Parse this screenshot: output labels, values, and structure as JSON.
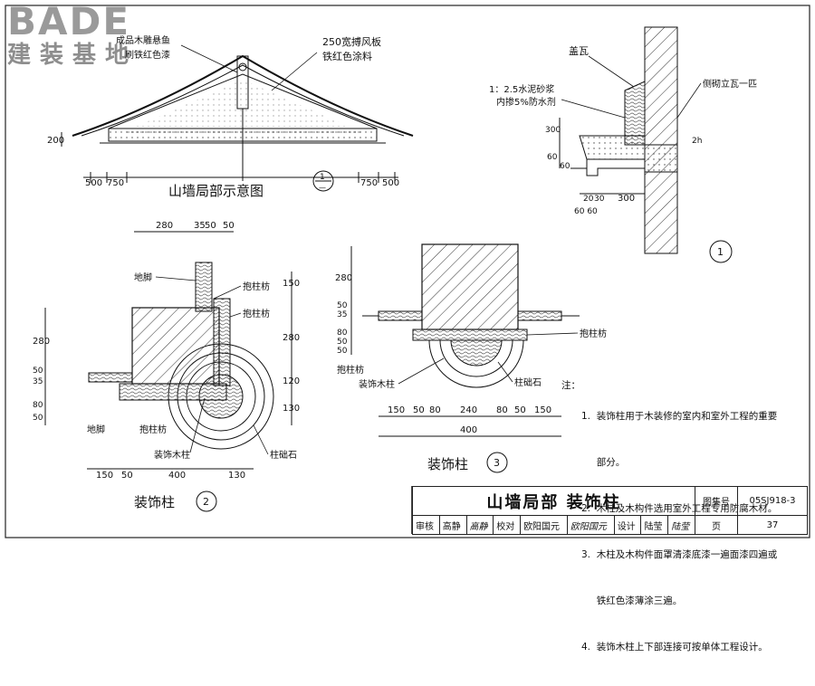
{
  "logo": {
    "word": "BADE",
    "cn": "建装基地"
  },
  "top_left": {
    "label_fish": "成品木雕悬鱼",
    "label_paint": "刷铁红色漆",
    "label_board": "250宽搏风板",
    "label_board2": "铁红色涂料",
    "dim_200": "200",
    "dims_bottom_left": [
      "500",
      "750"
    ],
    "dims_bottom_right": [
      "750",
      "500"
    ],
    "caption": "山墙局部示意图",
    "ref_top": "1",
    "ref_bottom": "—"
  },
  "top_right": {
    "label_tile": "盖瓦",
    "label_mortar1": "1：2.5水泥砂浆",
    "label_mortar2": "内掺5%防水剂",
    "label_side": "侧砌立瓦一匹",
    "dim_300v": "300",
    "dim_60": "60",
    "dim_60b": "60",
    "dim_20": "20",
    "dim_30": "30",
    "dim_300h": "300",
    "dim_6060": "60 60",
    "dim_ht": "2h",
    "ref": "1"
  },
  "col2": {
    "dims_top": [
      "280",
      "35",
      "50",
      "50"
    ],
    "label_foot": "地脚",
    "label_beam1": "抱柱枋",
    "label_beam2": "抱柱枋",
    "dims_right": [
      "150",
      "280",
      "120",
      "130"
    ],
    "dims_left": [
      "280",
      "50",
      "35",
      "80",
      "50"
    ],
    "label_foot2": "地脚",
    "label_beam3": "抱柱枋",
    "label_col": "装饰木柱",
    "label_stone": "柱础石",
    "dims_bottom": [
      "150",
      "50",
      "400",
      "130"
    ],
    "caption": "装饰柱",
    "ref": "2"
  },
  "col3": {
    "dims_left": [
      "280",
      "50",
      "35",
      "80",
      "50",
      "50"
    ],
    "label_beam": "抱柱枋",
    "label_beam2": "抱柱枋",
    "label_col": "装饰木柱",
    "label_stone": "柱础石",
    "dims_bottom": [
      "150",
      "50",
      "80",
      "240",
      "80",
      "50",
      "150"
    ],
    "dim_total": "400",
    "caption": "装饰柱",
    "ref": "3"
  },
  "notes": {
    "lead": "注：",
    "items": [
      "1.  装饰柱用于木装修的室内和室外工程的重要",
      "     部分。",
      "2.  木柱及木构件选用室外工程专用防腐木材。",
      "3.  木柱及木构件面罩清漆底漆一遍面漆四遍或",
      "     铁红色漆薄涂三遍。",
      "4.  装饰木柱上下部连接可按单体工程设计。"
    ]
  },
  "title_block": {
    "title": "山墙局部  装饰柱",
    "atlas_label": "图集号",
    "atlas_no": "05SJ918-3",
    "review": "审核",
    "reviewer": "高静",
    "reviewer_sig": "高静",
    "check": "校对",
    "checker": "欧阳国元",
    "checker_sig": "欧阳国元",
    "design": "设计",
    "designer": "陆莹",
    "designer_sig": "陆莹",
    "page_label": "页",
    "page_no": "37"
  }
}
